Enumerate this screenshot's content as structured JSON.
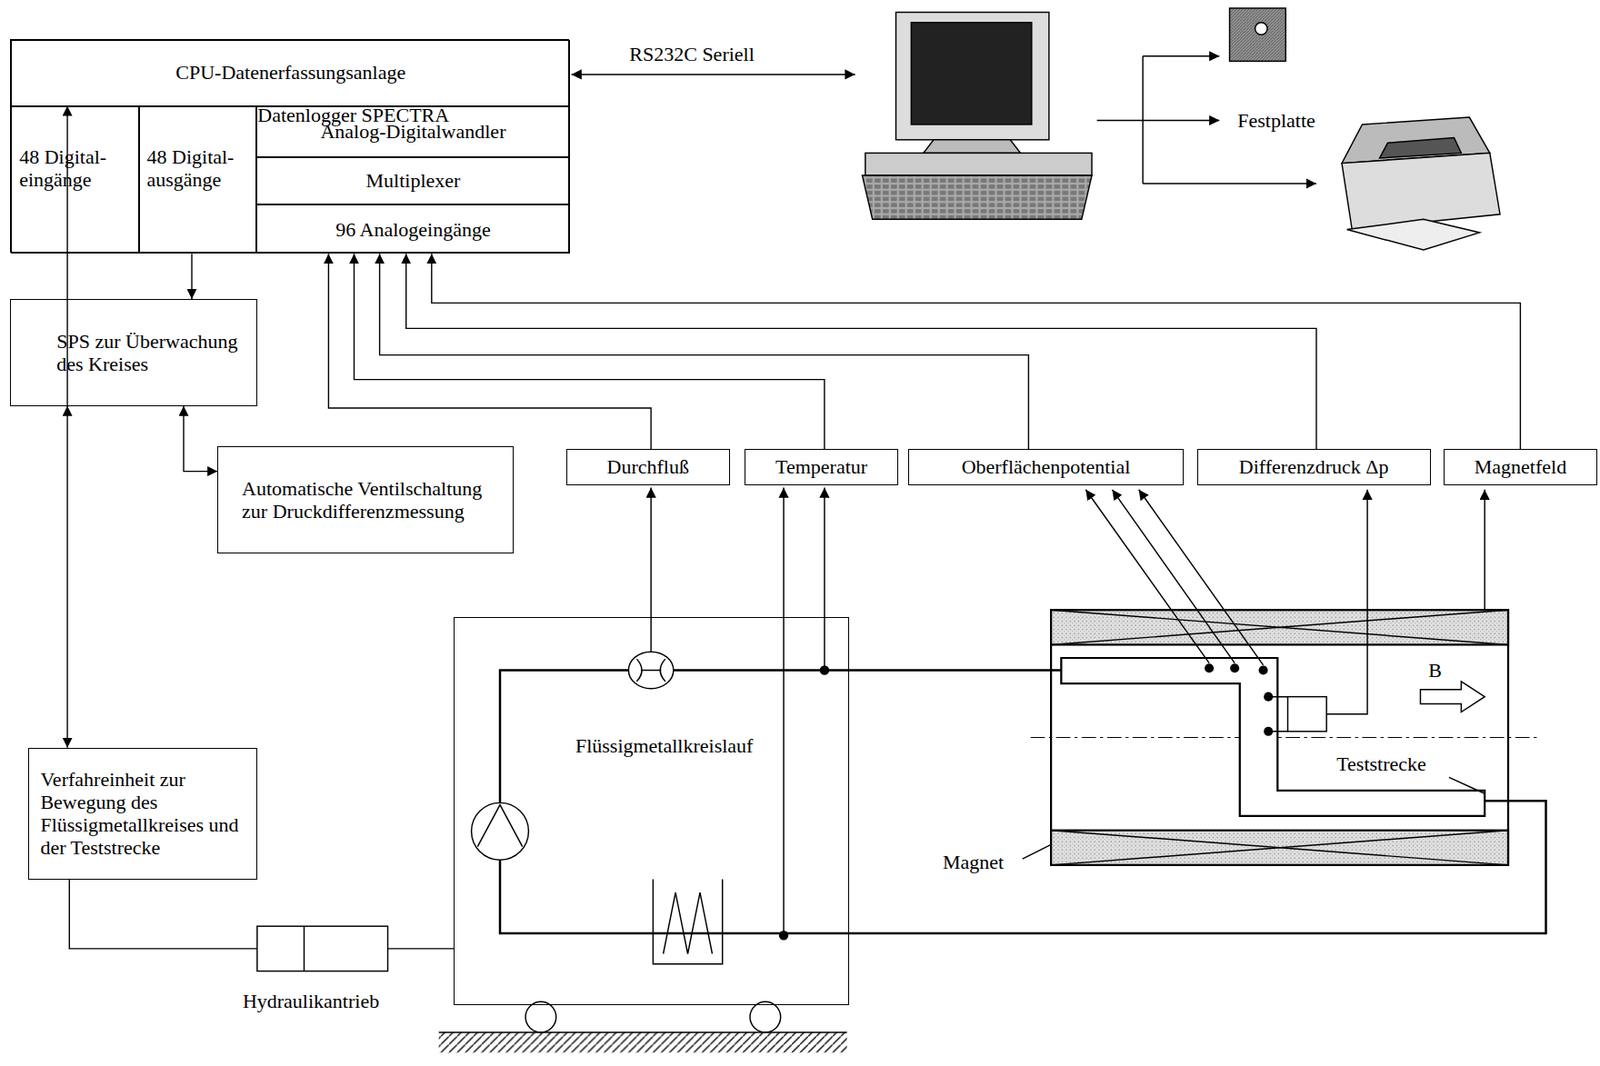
{
  "diagram": {
    "nodes": [
      {
        "text": [
          "Datenlogger SPECTRA"
        ]
      },
      {
        "text": [
          "CPU-Datenerfassungsanlage"
        ],
        "in": 0
      },
      {
        "text": [
          "48 Digital-eingänge"
        ],
        "in": 0
      },
      {
        "text": [
          "48 Digital-ausgänge"
        ],
        "in": 0
      },
      {
        "text": [
          "Analog-Digitalwandler"
        ],
        "in": 0
      },
      {
        "text": [
          "Multiplexer"
        ],
        "in": 0
      },
      {
        "text": [
          "96 Analogeingänge"
        ],
        "in": 0
      },
      {
        "text": [
          "SPS zur Überwachung des Kreises"
        ]
      },
      {
        "text": [
          "Automatische Ventilschaltung zur Druckdifferenzmessung"
        ]
      },
      {
        "text": [
          "Durchfluß"
        ]
      },
      {
        "text": [
          "Temperatur"
        ]
      },
      {
        "text": [
          "Oberflächenpotential"
        ]
      },
      {
        "text": [
          "Differenzdruck Δp"
        ]
      },
      {
        "text": [
          "Magnetfeld"
        ]
      },
      {
        "text": [
          "Verfahreinheit zur Bewegung des Flüssigmetallkreises und der Teststrecke"
        ]
      },
      {
        "text": [
          "Flüssigmetallkreislauf"
        ]
      }
    ],
    "edges": [
      {
        "from": 7,
        "to": 2,
        "arrow": "to"
      },
      {
        "from": 3,
        "to": 7,
        "arrow": "to"
      },
      {
        "from": 7,
        "to": 8,
        "arrow": "both"
      },
      {
        "from": 7,
        "to": 14,
        "arrow": "both"
      },
      {
        "from": 9,
        "to": 6,
        "arrow": "to"
      },
      {
        "from": 10,
        "to": 6,
        "arrow": "to"
      },
      {
        "from": 11,
        "to": 6,
        "arrow": "to"
      },
      {
        "from": 12,
        "to": 6,
        "arrow": "to"
      },
      {
        "from": 13,
        "to": 6,
        "arrow": "to"
      },
      {
        "from": 14,
        "to": 15,
        "arrow": "none"
      }
    ],
    "labels": [
      "RS232C Seriell",
      "Festplatte",
      "B",
      "Teststrecke",
      "Magnet",
      "Hydraulikantrieb"
    ]
  }
}
